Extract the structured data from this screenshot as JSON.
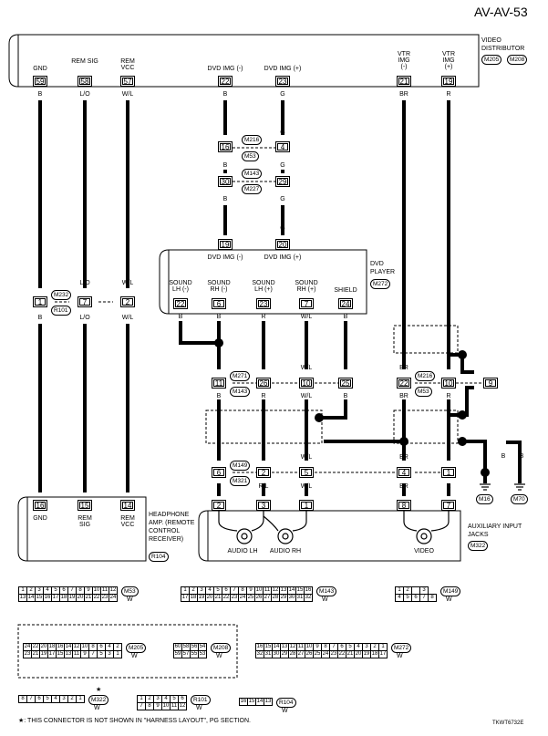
{
  "page_id": "AV-AV-53",
  "footer_note": "★: THIS CONNECTOR IS NOT SHOWN IN \"HARNESS LAYOUT\", PG SECTION.",
  "drawing_code": "TKWT6732E",
  "video_distributor": {
    "label": "VIDEO DISTRIBUTOR",
    "connectors": [
      "M205",
      "M208"
    ],
    "pins": [
      {
        "name": "GND",
        "pin": "59",
        "wire": "B"
      },
      {
        "name": "REM SIG",
        "pin": "58",
        "wire": "L/O"
      },
      {
        "name": "REM VCC",
        "pin": "57",
        "wire": "W/L"
      },
      {
        "name": "DVD IMG (-)",
        "pin": "22",
        "wire": "B"
      },
      {
        "name": "DVD IMG (+)",
        "pin": "23",
        "wire": "G"
      },
      {
        "name": "VTR IMG (-)",
        "pin": "21",
        "wire": "BR"
      },
      {
        "name": "VTR IMG (+)",
        "pin": "19",
        "wire": "R"
      }
    ]
  },
  "dvd_inline": {
    "m216_pins": [
      "16",
      "4"
    ],
    "m216": "M216",
    "m53": "M53",
    "m143_pins": [
      "30",
      "29"
    ],
    "m143": "M143",
    "m227": "M227",
    "wires": [
      "B",
      "G"
    ]
  },
  "dvd_player": {
    "label": "DVD PLAYER",
    "connector": "M272",
    "top_pins": [
      {
        "name": "DVD IMG (-)",
        "pin": "19",
        "wire": "B"
      },
      {
        "name": "DVD IMG (+)",
        "pin": "20",
        "wire": "G"
      }
    ],
    "pins": [
      {
        "name": "SOUND LH (-)",
        "pin": "22",
        "wire": "B"
      },
      {
        "name": "SOUND RH (-)",
        "pin": "6",
        "wire": "B"
      },
      {
        "name": "SOUND LH (+)",
        "pin": "23",
        "wire": "R"
      },
      {
        "name": "SOUND RH (+)",
        "pin": "7",
        "wire": "W/L"
      },
      {
        "name": "SHIELD",
        "pin": "24",
        "wire": "B"
      }
    ]
  },
  "left_inline": {
    "pins": [
      "1",
      "7",
      "2"
    ],
    "c1": "M232",
    "c2": "R101",
    "wires_top": [
      "B",
      "L/O",
      "W/L"
    ],
    "wires_bot": [
      "B",
      "L/O",
      "W/L"
    ]
  },
  "mid_inline1": {
    "pins": [
      "11",
      "26",
      "10",
      "25",
      "22",
      "10",
      "9"
    ],
    "c1": "M271",
    "c2": "M143",
    "c3": "M216",
    "c4": "M53",
    "wires_top": [
      "B",
      "R",
      "W/L",
      "B",
      "BR",
      "R"
    ],
    "wires_bot": [
      "B",
      "R",
      "W/L",
      "B",
      "BR",
      "R"
    ]
  },
  "mid_inline2": {
    "pins": [
      "6",
      "2",
      "5",
      "4",
      "1"
    ],
    "c1": "M149",
    "c2": "M321",
    "wires_top": [
      "B",
      "R",
      "W/L",
      "BR",
      "R"
    ],
    "wires_bot": [
      "B",
      "R/L",
      "W/L",
      "BR",
      "R"
    ]
  },
  "grounds": [
    {
      "id": "M16",
      "wire": "B"
    },
    {
      "id": "M70",
      "wire": "B"
    }
  ],
  "headphone_amp": {
    "label": "HEADPHONE AMP. (REMOTE CONTROL RECEIVER)",
    "connector": "R104",
    "pins": [
      {
        "name": "GND",
        "pin": "16"
      },
      {
        "name": "REM SIG",
        "pin": "15"
      },
      {
        "name": "REM VCC",
        "pin": "14"
      }
    ]
  },
  "aux_jacks": {
    "label": "AUXILIARY INPUT JACKS",
    "connector": "M322",
    "pins": [
      "2",
      "3",
      "1",
      "8",
      "7"
    ],
    "jacks": [
      "AUDIO LH",
      "AUDIO RH",
      "VIDEO"
    ]
  },
  "connector_views": [
    {
      "id": "M53",
      "color": "W",
      "rows": [
        [
          "1",
          "2",
          "3",
          "4",
          "5",
          "6",
          "7",
          "8",
          "9",
          "10",
          "11",
          "12"
        ],
        [
          "13",
          "14",
          "15",
          "16",
          "17",
          "18",
          "19",
          "20",
          "21",
          "22",
          "23",
          "24"
        ]
      ]
    },
    {
      "id": "M143",
      "color": "W",
      "rows": [
        [
          "1",
          "2",
          "3",
          "4",
          "5",
          "6",
          "7",
          "8",
          "9",
          "10",
          "11",
          "12",
          "13",
          "14",
          "15",
          "16"
        ],
        [
          "17",
          "18",
          "19",
          "20",
          "21",
          "22",
          "23",
          "24",
          "25",
          "26",
          "27",
          "28",
          "29",
          "30",
          "31",
          "32"
        ]
      ]
    },
    {
      "id": "M149",
      "color": "W",
      "rows": [
        [
          "1",
          "2",
          "",
          "3"
        ],
        [
          "4",
          "5",
          "6",
          "7",
          "8"
        ]
      ]
    },
    {
      "id": "M205",
      "color": "W",
      "rows": [
        [
          "24",
          "22",
          "20",
          "18",
          "16",
          "14",
          "12",
          "10",
          "8",
          "6",
          "4",
          "2"
        ],
        [
          "23",
          "21",
          "19",
          "17",
          "15",
          "13",
          "11",
          "9",
          "7",
          "5",
          "3",
          "1"
        ]
      ]
    },
    {
      "id": "M208",
      "color": "W",
      "rows": [
        [
          "60",
          "58",
          "56",
          "54"
        ],
        [
          "59",
          "57",
          "55",
          "53"
        ]
      ]
    },
    {
      "id": "M272",
      "color": "W",
      "rows": [
        [
          "16",
          "15",
          "14",
          "13",
          "12",
          "11",
          "10",
          "9",
          "8",
          "7",
          "6",
          "5",
          "4",
          "3",
          "2",
          "1"
        ],
        [
          "32",
          "31",
          "30",
          "29",
          "28",
          "27",
          "26",
          "25",
          "24",
          "23",
          "22",
          "21",
          "20",
          "19",
          "18",
          "17"
        ]
      ]
    },
    {
      "id": "M322",
      "color": "W",
      "star": "★",
      "rows": [
        [
          "8",
          "7",
          "6",
          "5",
          "4",
          "3",
          "2",
          "1"
        ]
      ]
    },
    {
      "id": "R101",
      "color": "W",
      "rows": [
        [
          "1",
          "2",
          "3",
          "4",
          "5",
          "6"
        ],
        [
          "7",
          "8",
          "9",
          "10",
          "11",
          "12"
        ]
      ]
    },
    {
      "id": "R104",
      "color": "W",
      "rows": [
        [
          "16",
          "15",
          "14",
          "13"
        ]
      ]
    }
  ]
}
